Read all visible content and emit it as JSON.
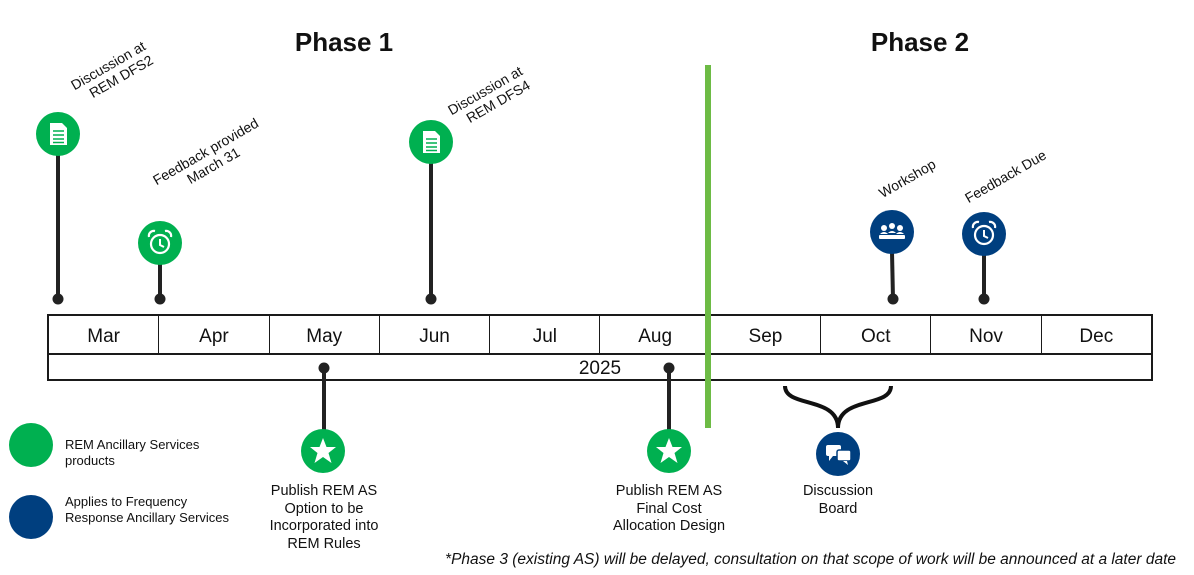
{
  "phases": {
    "phase1": "Phase 1",
    "phase2": "Phase 2"
  },
  "timeline": {
    "months": [
      "Mar",
      "Apr",
      "May",
      "Jun",
      "Jul",
      "Aug",
      "Sep",
      "Oct",
      "Nov",
      "Dec"
    ],
    "year": "2025"
  },
  "milestones": {
    "dfs2": {
      "line1": "Discussion at",
      "line2": "REM DFS2",
      "icon": "document-icon"
    },
    "feedback_mar": {
      "line1": "Feedback provided",
      "line2": "March 31",
      "icon": "alarm-clock-icon"
    },
    "dfs4": {
      "line1": "Discussion at",
      "line2": "REM DFS4",
      "icon": "document-icon"
    },
    "workshop": {
      "label": "Workshop",
      "icon": "meeting-icon"
    },
    "feedback_due": {
      "label": "Feedback Due",
      "icon": "alarm-clock-icon"
    },
    "publish_may": {
      "line1": "Publish REM AS",
      "line2": "Option to be",
      "line3": "Incorporated into",
      "line4": "REM Rules",
      "icon": "star-icon"
    },
    "publish_aug": {
      "line1": "Publish REM AS",
      "line2": "Final Cost",
      "line3": "Allocation Design",
      "icon": "star-icon"
    },
    "discussion_board": {
      "line1": "Discussion",
      "line2": "Board",
      "icon": "chat-bubbles-icon"
    }
  },
  "legend": {
    "green": {
      "line1": "REM Ancillary Services",
      "line2": "products"
    },
    "blue": {
      "line1": "Applies to Frequency",
      "line2": "Response Ancillary Services"
    }
  },
  "footnote": "*Phase 3 (existing AS) will be delayed, consultation on that scope of work will be announced at a later date",
  "colors": {
    "green": "#00b050",
    "blue": "#003f7f",
    "divider": "#6dbb45",
    "stem": "#222222"
  }
}
